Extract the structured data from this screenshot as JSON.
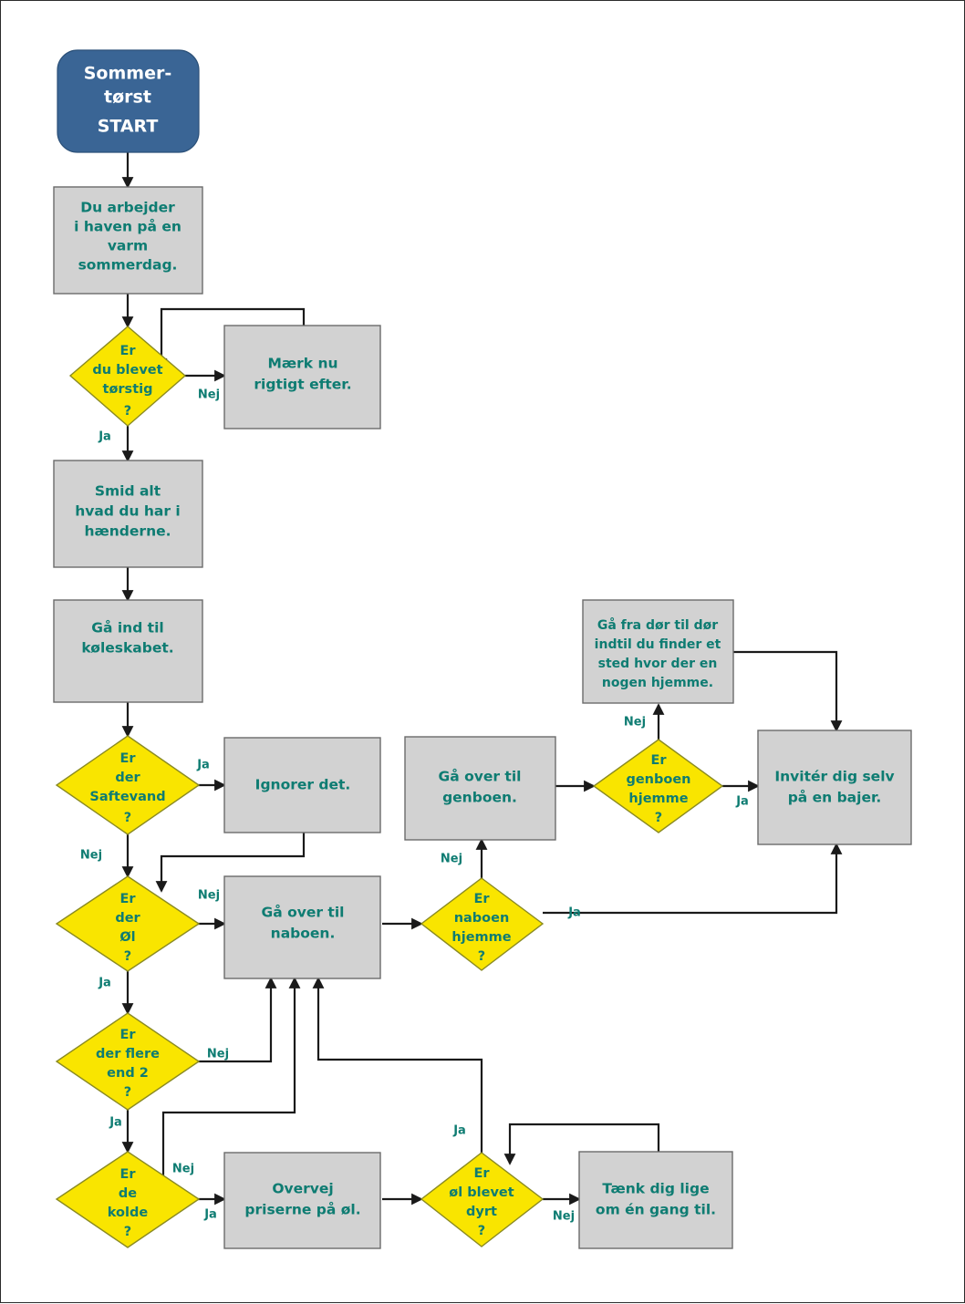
{
  "diagram": {
    "title": "Sommertørst flowchart",
    "colors": {
      "start_fill": "#3a6595",
      "process_fill": "#d2d2d2",
      "decision_fill": "#f9e500",
      "text": "#0e7c72",
      "start_text": "#ffffff",
      "connector": "#1a1a1a",
      "page_border": "#2b2b2b"
    },
    "nodes": [
      {
        "id": "start",
        "type": "terminator",
        "name": "start-node",
        "lines": [
          "Sommer-",
          "tørst",
          "START"
        ]
      },
      {
        "id": "p_garden",
        "type": "process",
        "name": "process-du-arbejder",
        "lines": [
          "Du arbejder",
          "i haven på en",
          "varm",
          "sommerdag."
        ]
      },
      {
        "id": "d_thirsty",
        "type": "decision",
        "name": "decision-er-du-blevet-toerstig",
        "lines": [
          "Er",
          "du blevet",
          "tørstig",
          "?"
        ]
      },
      {
        "id": "p_feel",
        "type": "process",
        "name": "process-maerk-nu-rigtigt-efter",
        "lines": [
          "Mærk nu",
          "rigtigt efter."
        ]
      },
      {
        "id": "p_drop",
        "type": "process",
        "name": "process-smid-alt",
        "lines": [
          "Smid alt",
          "hvad du har i",
          "hænderne."
        ]
      },
      {
        "id": "p_fridge",
        "type": "process",
        "name": "process-gaa-ind-til-koeleskabet",
        "lines": [
          "Gå  ind  til",
          "køleskabet."
        ]
      },
      {
        "id": "d_saft",
        "type": "decision",
        "name": "decision-er-der-saftevand",
        "lines": [
          "Er",
          "der",
          "Saftevand",
          "?"
        ]
      },
      {
        "id": "p_ignore",
        "type": "process",
        "name": "process-ignorer-det",
        "lines": [
          "Ignorer det."
        ]
      },
      {
        "id": "d_beer",
        "type": "decision",
        "name": "decision-er-der-oel",
        "lines": [
          "Er",
          "der",
          "Øl",
          "?"
        ]
      },
      {
        "id": "p_neighbour",
        "type": "process",
        "name": "process-gaa-over-til-naboen",
        "lines": [
          "Gå  over  til",
          "naboen."
        ]
      },
      {
        "id": "d_neighbour_home",
        "type": "decision",
        "name": "decision-er-naboen-hjemme",
        "lines": [
          "Er",
          "naboen",
          "hjemme",
          "?"
        ]
      },
      {
        "id": "p_opposite",
        "type": "process",
        "name": "process-gaa-over-til-genboen",
        "lines": [
          "Gå  over  til",
          "genboen."
        ]
      },
      {
        "id": "d_opposite_home",
        "type": "decision",
        "name": "decision-er-genboen-hjemme",
        "lines": [
          "Er",
          "genboen",
          "hjemme",
          "?"
        ]
      },
      {
        "id": "p_door",
        "type": "process",
        "name": "process-gaa-fra-doer-til-doer",
        "lines": [
          "Gå fra dør til dør",
          "indtil du finder et",
          "sted hvor der en",
          "nogen hjemme."
        ]
      },
      {
        "id": "p_invite",
        "type": "process",
        "name": "process-inviter-dig-selv",
        "lines": [
          "Invitér dig selv",
          "på en bajer."
        ]
      },
      {
        "id": "d_more_than_2",
        "type": "decision",
        "name": "decision-er-der-flere-end-2",
        "lines": [
          "Er",
          "der flere",
          "end 2",
          "?"
        ]
      },
      {
        "id": "d_cold",
        "type": "decision",
        "name": "decision-er-de-kolde",
        "lines": [
          "Er",
          "de",
          "kolde",
          "?"
        ]
      },
      {
        "id": "p_prices",
        "type": "process",
        "name": "process-overvej-priserne",
        "lines": [
          "Overvej",
          "priserne på øl."
        ]
      },
      {
        "id": "d_expensive",
        "type": "decision",
        "name": "decision-er-oel-blevet-dyrt",
        "lines": [
          "Er",
          "øl blevet",
          "dyrt",
          "?"
        ]
      },
      {
        "id": "p_think",
        "type": "process",
        "name": "process-taenk-dig-lige-om",
        "lines": [
          "Tænk dig lige",
          "om én gang til."
        ]
      }
    ],
    "edge_labels": {
      "yes": "Ja",
      "no": "Nej"
    },
    "edges": [
      {
        "from": "start",
        "to": "p_garden",
        "label": ""
      },
      {
        "from": "p_garden",
        "to": "d_thirsty",
        "label": ""
      },
      {
        "from": "d_thirsty",
        "to": "p_feel",
        "label": "Nej"
      },
      {
        "from": "p_feel",
        "to": "d_thirsty",
        "label": ""
      },
      {
        "from": "d_thirsty",
        "to": "p_drop",
        "label": "Ja"
      },
      {
        "from": "p_drop",
        "to": "p_fridge",
        "label": ""
      },
      {
        "from": "p_fridge",
        "to": "d_saft",
        "label": ""
      },
      {
        "from": "d_saft",
        "to": "p_ignore",
        "label": "Ja"
      },
      {
        "from": "p_ignore",
        "to": "d_beer",
        "label": ""
      },
      {
        "from": "d_saft",
        "to": "d_beer",
        "label": "Nej"
      },
      {
        "from": "d_beer",
        "to": "p_neighbour",
        "label": "Nej"
      },
      {
        "from": "p_neighbour",
        "to": "d_neighbour_home",
        "label": ""
      },
      {
        "from": "d_neighbour_home",
        "to": "p_opposite",
        "label": "Nej"
      },
      {
        "from": "p_opposite",
        "to": "d_opposite_home",
        "label": ""
      },
      {
        "from": "d_opposite_home",
        "to": "p_door",
        "label": "Nej"
      },
      {
        "from": "d_opposite_home",
        "to": "p_invite",
        "label": "Ja"
      },
      {
        "from": "p_door",
        "to": "p_invite",
        "label": ""
      },
      {
        "from": "d_neighbour_home",
        "to": "p_invite",
        "label": "Ja"
      },
      {
        "from": "d_beer",
        "to": "d_more_than_2",
        "label": "Ja"
      },
      {
        "from": "d_more_than_2",
        "to": "p_neighbour",
        "label": "Nej"
      },
      {
        "from": "d_more_than_2",
        "to": "d_cold",
        "label": "Ja"
      },
      {
        "from": "d_cold",
        "to": "p_neighbour",
        "label": "Nej"
      },
      {
        "from": "d_cold",
        "to": "p_prices",
        "label": "Ja"
      },
      {
        "from": "p_prices",
        "to": "d_expensive",
        "label": ""
      },
      {
        "from": "d_expensive",
        "to": "p_neighbour",
        "label": "Ja"
      },
      {
        "from": "d_expensive",
        "to": "p_think",
        "label": "Nej"
      },
      {
        "from": "p_think",
        "to": "d_expensive",
        "label": ""
      }
    ]
  }
}
